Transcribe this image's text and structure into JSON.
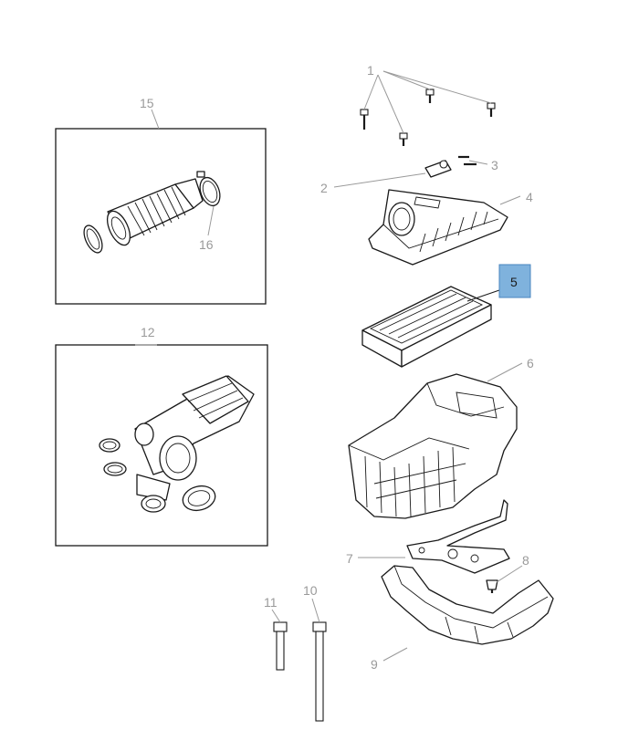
{
  "callouts": {
    "c1": "1",
    "c2": "2",
    "c3": "3",
    "c4": "4",
    "c5": "5",
    "c6": "6",
    "c7": "7",
    "c8": "8",
    "c9": "9",
    "c10": "10",
    "c11": "11",
    "c12": "12",
    "c15": "15",
    "c16": "16"
  },
  "colors": {
    "highlight_fill": "#7fb2dd",
    "highlight_stroke": "#4a86bf",
    "line": "#1a1a1a",
    "callout_text": "#9a9a9a"
  },
  "highlighted_callout": "5"
}
